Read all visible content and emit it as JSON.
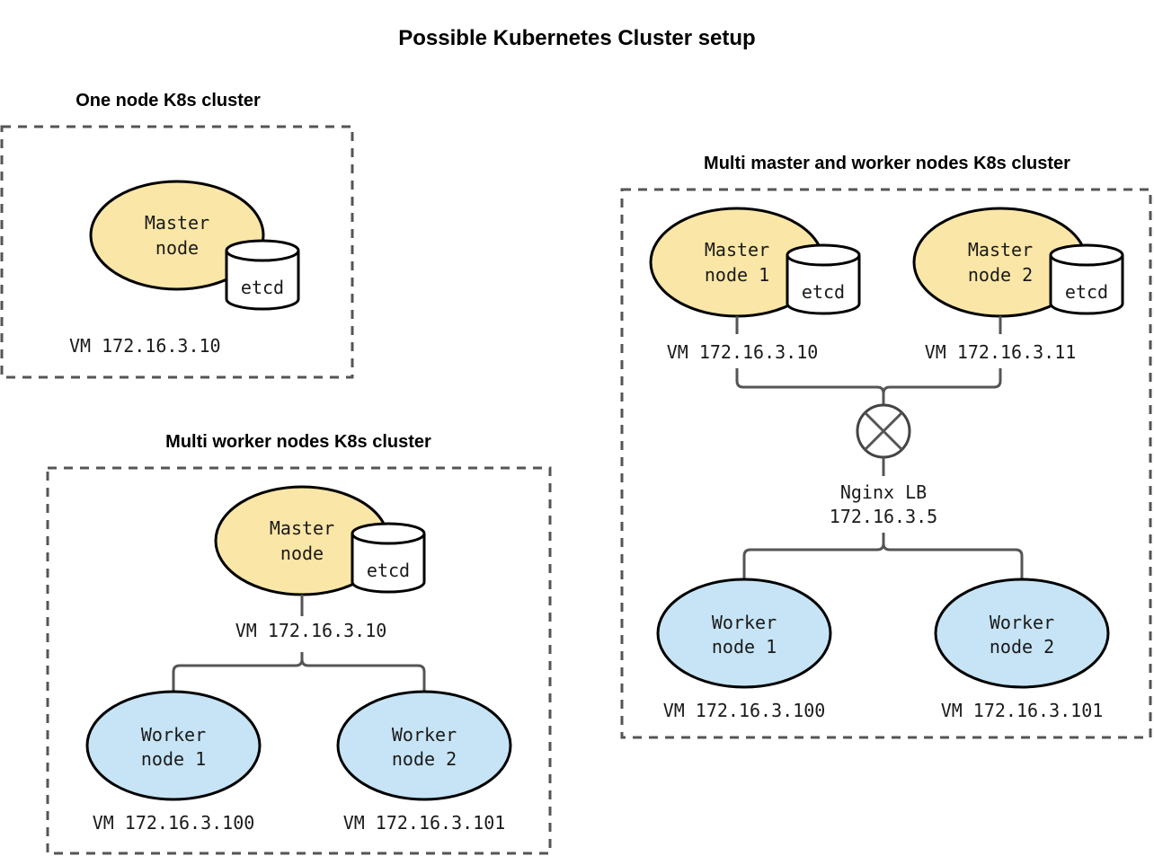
{
  "title": "Possible Kubernetes Cluster setup",
  "colors": {
    "master_fill": "#FAE6A6",
    "worker_fill": "#C6E4F6",
    "stroke": "#555555"
  },
  "one_node": {
    "heading": "One node K8s cluster",
    "master": {
      "line1": "Master",
      "line2": "node"
    },
    "etcd": "etcd",
    "vm": "VM 172.16.3.10"
  },
  "multi_worker": {
    "heading": "Multi worker nodes K8s cluster",
    "master": {
      "line1": "Master",
      "line2": "node"
    },
    "etcd": "etcd",
    "master_vm": "VM 172.16.3.10",
    "worker1": {
      "line1": "Worker",
      "line2": "node 1",
      "vm": "VM 172.16.3.100"
    },
    "worker2": {
      "line1": "Worker",
      "line2": "node 2",
      "vm": "VM 172.16.3.101"
    }
  },
  "multi_master": {
    "heading": "Multi master and worker nodes K8s cluster",
    "master1": {
      "line1": "Master",
      "line2": "node 1",
      "etcd": "etcd",
      "vm": "VM 172.16.3.10"
    },
    "master2": {
      "line1": "Master",
      "line2": "node 2",
      "etcd": "etcd",
      "vm": "VM 172.16.3.11"
    },
    "lb": {
      "line1": "Nginx LB",
      "line2": "172.16.3.5",
      "icon": "load-balancer-icon"
    },
    "worker1": {
      "line1": "Worker",
      "line2": "node 1",
      "vm": "VM 172.16.3.100"
    },
    "worker2": {
      "line1": "Worker",
      "line2": "node 2",
      "vm": "VM 172.16.3.101"
    }
  }
}
